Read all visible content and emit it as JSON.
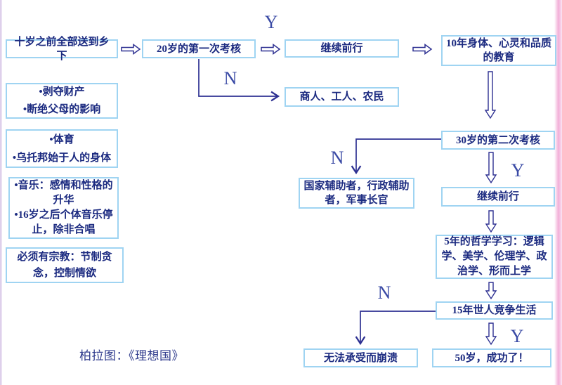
{
  "caption": "柏拉图：《理想国》",
  "labels": {
    "yes": "Y",
    "no": "N"
  },
  "colors": {
    "box_border": "#9fd4f2",
    "text_navy": "#1b2a80",
    "line_navy": "#2e3192",
    "label_blue": "#3a4aa5",
    "edge_left_stripe": "#d9c9e8",
    "edge_right_stripe": "#f2aed8"
  },
  "boxes": {
    "countryside": "十岁之前全部送到乡下",
    "exam20": "20岁的第一次考核",
    "continue20": "继续前行",
    "edu10": "10年身体、心灵和品质的教育",
    "workers": "商人、工人、农民",
    "deprive": [
      "•剥夺财产",
      "•断绝父母的影响"
    ],
    "sports": [
      "•体育",
      "•乌托邦始于人的身体"
    ],
    "music": [
      "•音乐：感情和性格的升华",
      "•16岁之后个体音乐停止，除非合唱"
    ],
    "religion": "必须有宗教：节制贪念，控制情欲",
    "exam30": "30岁的第二次考核",
    "assistants": "国家辅助者，行政辅助者，军事长官",
    "continue30": "继续前行",
    "philosophy": "5年的哲学学习：逻辑学、美学、伦理学、政治学、形而上学",
    "compete15": "15年世人竞争生活",
    "collapse": "无法承受而崩溃",
    "success50": "50岁，成功了！"
  }
}
